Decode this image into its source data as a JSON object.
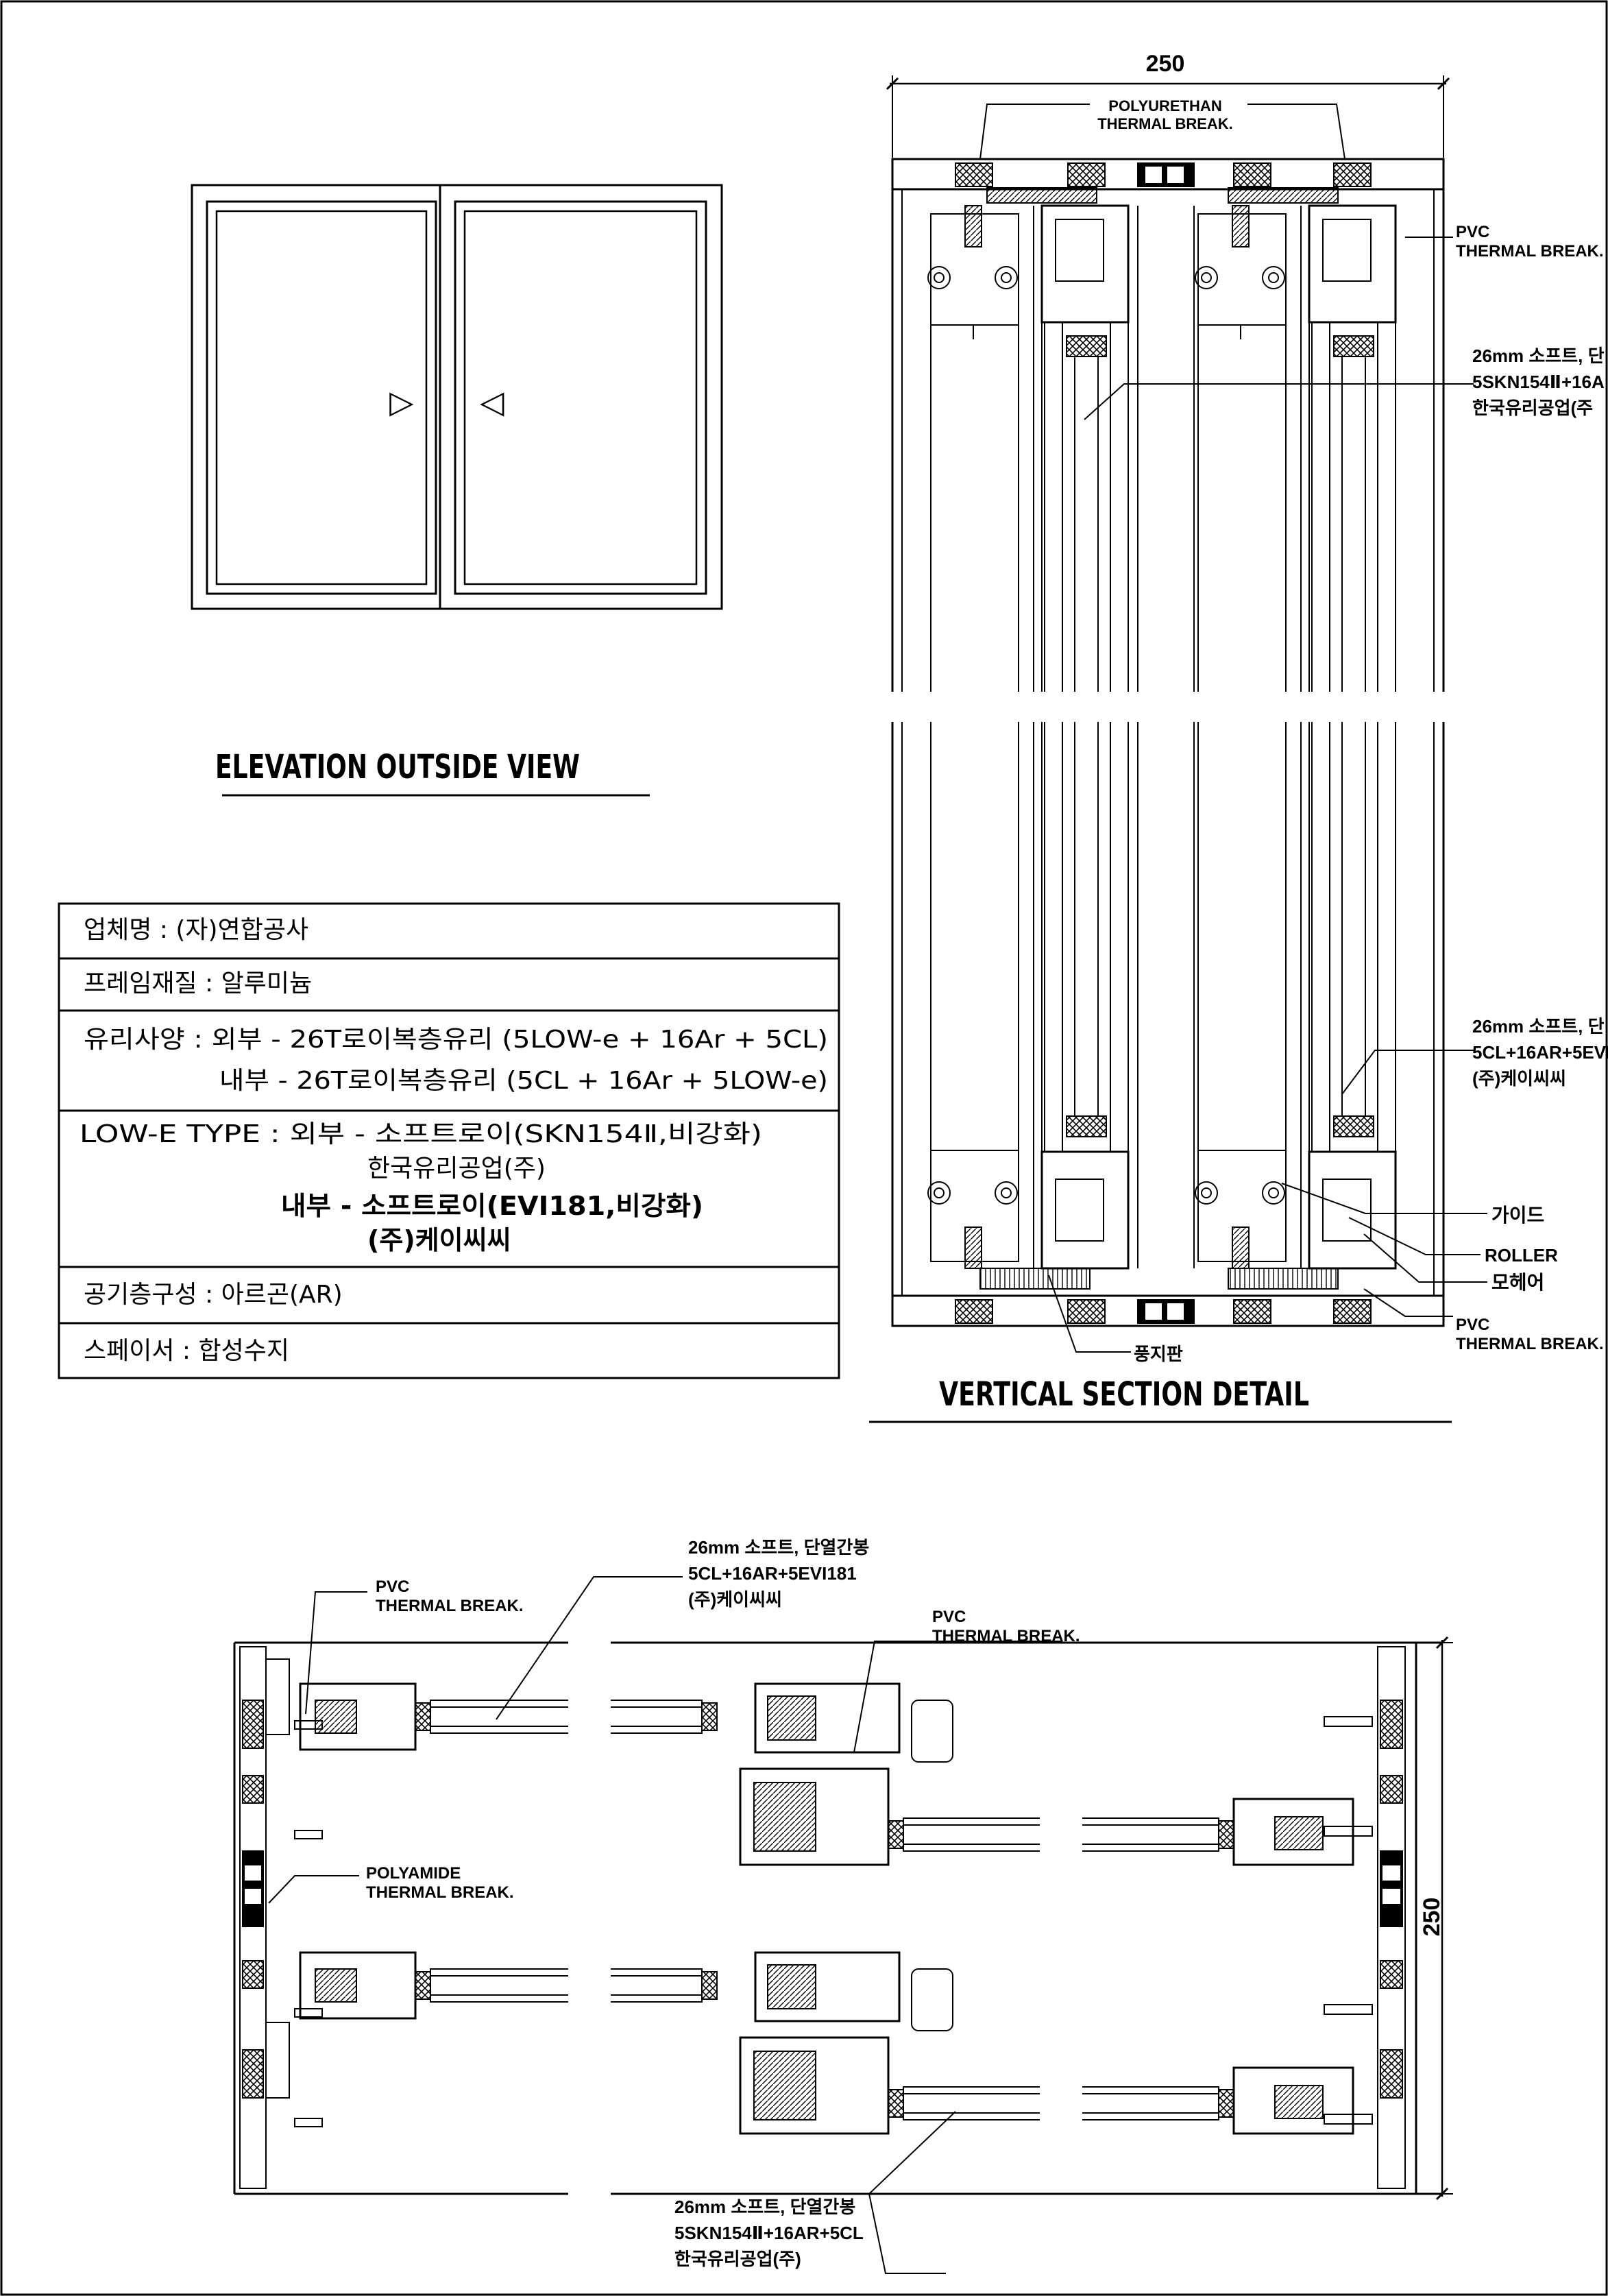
{
  "elevation": {
    "title": "ELEVATION OUTSIDE VIEW",
    "arrow_left": "▷",
    "arrow_right": "◁"
  },
  "spec": {
    "company": "업체명 : (자)연합공사",
    "frame": "프레임재질 : 알루미늄",
    "glass_outer": "유리사양 : 외부 - 26T로이복층유리 (5LOW-e + 16Ar + 5CL)",
    "glass_inner": "내부 - 26T로이복층유리 (5CL + 16Ar + 5LOW-e)",
    "lowe_outer": "LOW-E TYPE : 외부 - 소프트로이(SKN154Ⅱ,비강화)",
    "lowe_outer_maker": "한국유리공업(주)",
    "lowe_inner": "내부 - 소프트로이(EVI181,비강화)",
    "lowe_inner_maker": "(주)케이씨씨",
    "gas": "공기층구성 : 아르곤(AR)",
    "spacer": "스페이서 : 합성수지"
  },
  "vertical": {
    "title": "VERTICAL SECTION DETAIL",
    "dim": "250",
    "polyurethan_1": "POLYURETHAN",
    "polyurethan_2": "THERMAL BREAK.",
    "pvc_top_1": "PVC",
    "pvc_top_2": "THERMAL BREAK.",
    "glass_a_1": "26mm 소프트, 단",
    "glass_a_2": "5SKN154Ⅱ+16A",
    "glass_a_3": "한국유리공업(주",
    "glass_b_1": "26mm 소프트, 단",
    "glass_b_2": "5CL+16AR+5EVI",
    "glass_b_3": "(주)케이씨씨",
    "guide": "가이드",
    "roller": "ROLLER",
    "mohair": "모헤어",
    "pvc_bot_1": "PVC",
    "pvc_bot_2": "THERMAL BREAK.",
    "windplate": "풍지판"
  },
  "horizontal": {
    "dim": "250",
    "pvc_a_1": "PVC",
    "pvc_a_2": "THERMAL BREAK.",
    "glass_top_1": "26mm 소프트, 단열간봉",
    "glass_top_2": "5CL+16AR+5EVI181",
    "glass_top_3": "(주)케이씨씨",
    "pvc_b_1": "PVC",
    "pvc_b_2": "THERMAL BREAK.",
    "polyamide_1": "POLYAMIDE",
    "polyamide_2": "THERMAL BREAK.",
    "glass_bot_1": "26mm 소프트, 단열간봉",
    "glass_bot_2": "5SKN154Ⅱ+16AR+5CL",
    "glass_bot_3": "한국유리공업(주)"
  }
}
